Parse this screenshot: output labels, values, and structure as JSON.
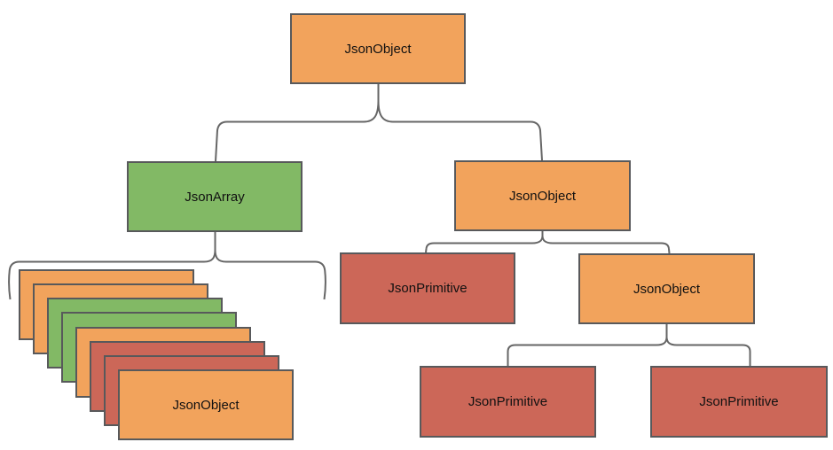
{
  "diagram": {
    "type": "tree",
    "description_labels": [
      "JsonObject",
      "JsonArray",
      "JsonPrimitive"
    ]
  },
  "colors": {
    "orange": "#f2a35c",
    "green": "#82b965",
    "red": "#cc6758",
    "node_border": "#58595b",
    "connector": "#666666",
    "background": "#ffffff",
    "text": "#111111"
  },
  "nodes": {
    "root": {
      "label": "JsonObject",
      "color": "#f2a35c"
    },
    "array": {
      "label": "JsonArray",
      "color": "#82b965"
    },
    "object_l2": {
      "label": "JsonObject",
      "color": "#f2a35c"
    },
    "primitive_l3": {
      "label": "JsonPrimitive",
      "color": "#cc6758"
    },
    "object_l3": {
      "label": "JsonObject",
      "color": "#f2a35c"
    },
    "primitive_l4_left": {
      "label": "JsonPrimitive",
      "color": "#cc6758"
    },
    "primitive_l4_right": {
      "label": "JsonPrimitive",
      "color": "#cc6758"
    }
  },
  "stack": {
    "cards": [
      {
        "color": "#f2a35c",
        "label": ""
      },
      {
        "color": "#f2a35c",
        "label": ""
      },
      {
        "color": "#82b965",
        "label": ""
      },
      {
        "color": "#82b965",
        "label": ""
      },
      {
        "color": "#f2a35c",
        "label": ""
      },
      {
        "color": "#cc6758",
        "label": ""
      },
      {
        "color": "#cc6758",
        "label": ""
      },
      {
        "color": "#f2a35c",
        "label": "JsonObject"
      }
    ]
  }
}
